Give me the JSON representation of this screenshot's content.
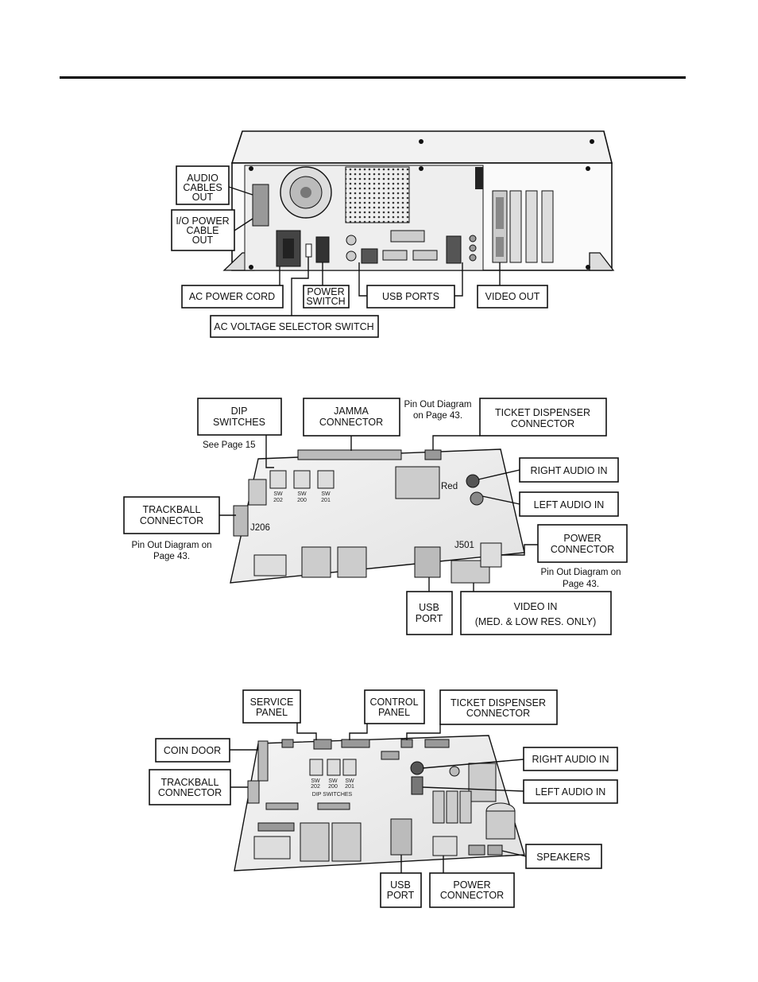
{
  "figure1": {
    "labels": {
      "audio_cables_out": [
        "AUDIO",
        "CABLES",
        "OUT"
      ],
      "io_power_cable_out": [
        "I/O POWER",
        "CABLE",
        "OUT"
      ],
      "ac_power_cord": "AC POWER CORD",
      "power_switch": [
        "POWER",
        "SWITCH"
      ],
      "usb_ports": "USB PORTS",
      "video_out": "VIDEO OUT",
      "ac_voltage_selector_switch": "AC VOLTAGE SELECTOR SWITCH"
    }
  },
  "figure2": {
    "labels": {
      "dip_switches": [
        "DIP",
        "SWITCHES"
      ],
      "jamma_connector": [
        "JAMMA",
        "CONNECTOR"
      ],
      "ticket_dispenser_connector": [
        "TICKET DISPENSER",
        "CONNECTOR"
      ],
      "right_audio_in": "RIGHT AUDIO IN",
      "left_audio_in": "LEFT AUDIO IN",
      "power_connector": [
        "POWER",
        "CONNECTOR"
      ],
      "trackball_connector": [
        "TRACKBALL",
        "CONNECTOR"
      ],
      "usb_port": [
        "USB",
        "PORT"
      ],
      "video_in": [
        "VIDEO IN",
        "(MED. & LOW RES. ONLY)"
      ]
    },
    "notes": {
      "see_page_15": "See Page 15",
      "pin_out_jamma": [
        "Pin Out Diagram",
        "on Page 43."
      ],
      "pin_out_trackball": [
        "Pin Out Diagram on",
        "Page 43."
      ],
      "pin_out_power": [
        "Pin Out Diagram on",
        "Page 43."
      ]
    },
    "board_text": {
      "sw202": [
        "SW",
        "202"
      ],
      "sw200": [
        "SW",
        "200"
      ],
      "sw201": [
        "SW",
        "201"
      ],
      "j206": "J206",
      "j501": "J501",
      "red": "Red"
    }
  },
  "figure3": {
    "labels": {
      "service_panel": [
        "SERVICE",
        "PANEL"
      ],
      "control_panel": [
        "CONTROL",
        "PANEL"
      ],
      "ticket_dispenser_connector": [
        "TICKET DISPENSER",
        "CONNECTOR"
      ],
      "coin_door": "COIN DOOR",
      "trackball_connector": [
        "TRACKBALL",
        "CONNECTOR"
      ],
      "right_audio_in": "RIGHT AUDIO IN",
      "left_audio_in": "LEFT AUDIO IN",
      "speakers": "SPEAKERS",
      "usb_port": [
        "USB",
        "PORT"
      ],
      "power_connector": [
        "POWER",
        "CONNECTOR"
      ]
    },
    "board_text": {
      "sw202": [
        "SW",
        "202"
      ],
      "sw200": [
        "SW",
        "200"
      ],
      "sw201": [
        "SW",
        "201"
      ],
      "dip_switches": "DIP SWITCHES"
    }
  }
}
